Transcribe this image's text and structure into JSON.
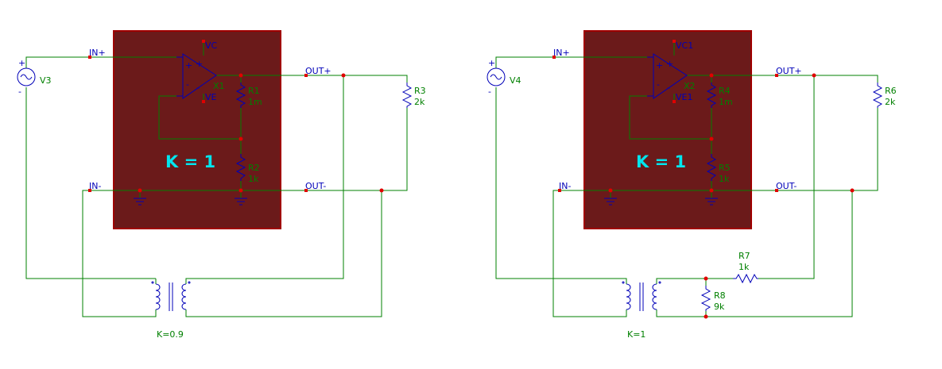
{
  "colors": {
    "wire": "#008000",
    "component": "#0000b8",
    "node": "#e00000",
    "block_fill": "#6b1a1a",
    "block_border": "#a00000",
    "gain_text": "#00e5ee"
  },
  "left": {
    "source": "V3",
    "opamp": "X1",
    "supply_pos": "VC",
    "supply_neg": "VE",
    "in_pos": "IN+",
    "in_neg": "IN-",
    "out_pos": "OUT+",
    "out_neg": "OUT-",
    "block_gain": "K = 1",
    "r1": {
      "name": "R1",
      "value": "1m"
    },
    "r2": {
      "name": "R2",
      "value": "1k"
    },
    "r3": {
      "name": "R3",
      "value": "2k"
    },
    "transformer": "K=0.9"
  },
  "right": {
    "source": "V4",
    "opamp": "X2",
    "supply_pos": "VC1",
    "supply_neg": "VE1",
    "in_pos": "IN+",
    "in_neg": "IN-",
    "out_pos": "OUT+",
    "out_neg": "OUT-",
    "block_gain": "K = 1",
    "r4": {
      "name": "R4",
      "value": "1m"
    },
    "r5": {
      "name": "R5",
      "value": "1k"
    },
    "r6": {
      "name": "R6",
      "value": "2k"
    },
    "r7": {
      "name": "R7",
      "value": "1k"
    },
    "r8": {
      "name": "R8",
      "value": "9k"
    },
    "transformer": "K=1"
  },
  "symbols": {
    "plus": "+",
    "minus": "-"
  }
}
